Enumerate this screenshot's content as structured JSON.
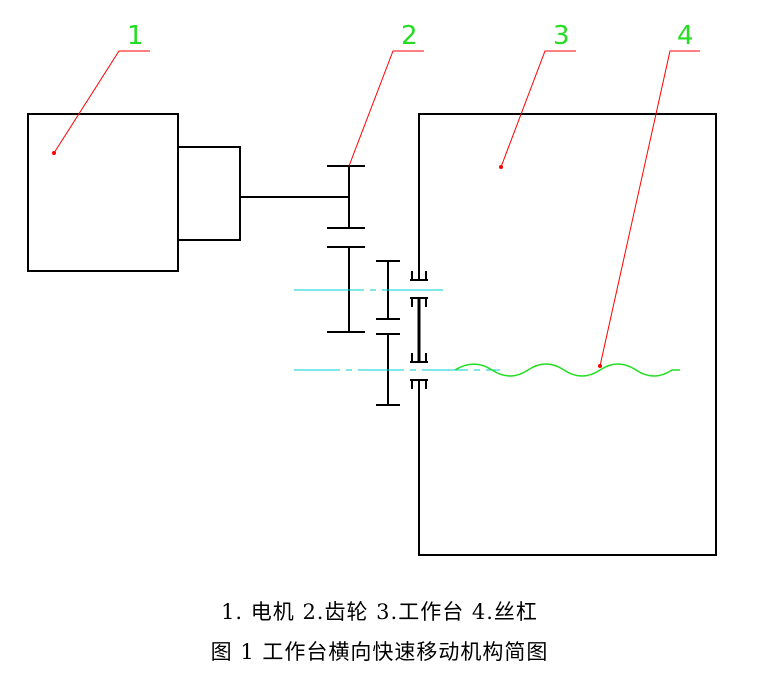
{
  "labels": [
    "1",
    "2",
    "3",
    "4"
  ],
  "caption": {
    "legend": "1. 电机 2.齿轮 3.工作台 4.丝杠",
    "title": "图 1 工作台横向快速移动机构简图"
  },
  "colors": {
    "line": "#000000",
    "leader": "#ff0000",
    "label": "#22dd22",
    "centerline": "#00cccc",
    "thread": "#22dd22"
  }
}
